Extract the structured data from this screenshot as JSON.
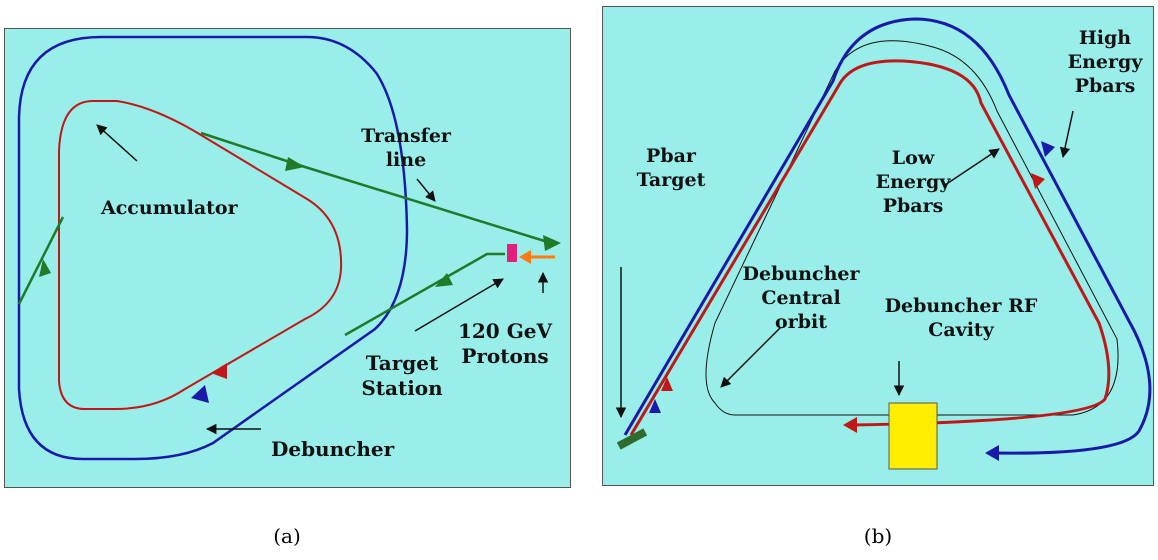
{
  "panel_a": {
    "caption": "(a)",
    "labels": {
      "transfer_line": "Transfer\nline",
      "accumulator": "Accumulator",
      "gev_protons": "120 GeV\nProtons",
      "target_station": "Target\nStation",
      "debuncher": "Debuncher"
    }
  },
  "panel_b": {
    "caption": "(b)",
    "labels": {
      "high_energy_pbars": "High\nEnergy\nPbars",
      "pbar_target": "Pbar\nTarget",
      "low_energy_pbars": "Low\nEnergy\nPbars",
      "debuncher_central_orbit": "Debuncher\nCentral\norbit",
      "debuncher_rf_cavity": "Debuncher RF\nCavity"
    }
  },
  "colors": {
    "background": "#99eeea",
    "debuncher_ring": "#1a1aa8",
    "accumulator_ring": "#c01818",
    "transfer_line": "#1f7a2a",
    "target": "#e0207a",
    "protons": "#ff7a10",
    "rf_cavity": "#ffee00",
    "target_block": "#2f6a2f"
  }
}
